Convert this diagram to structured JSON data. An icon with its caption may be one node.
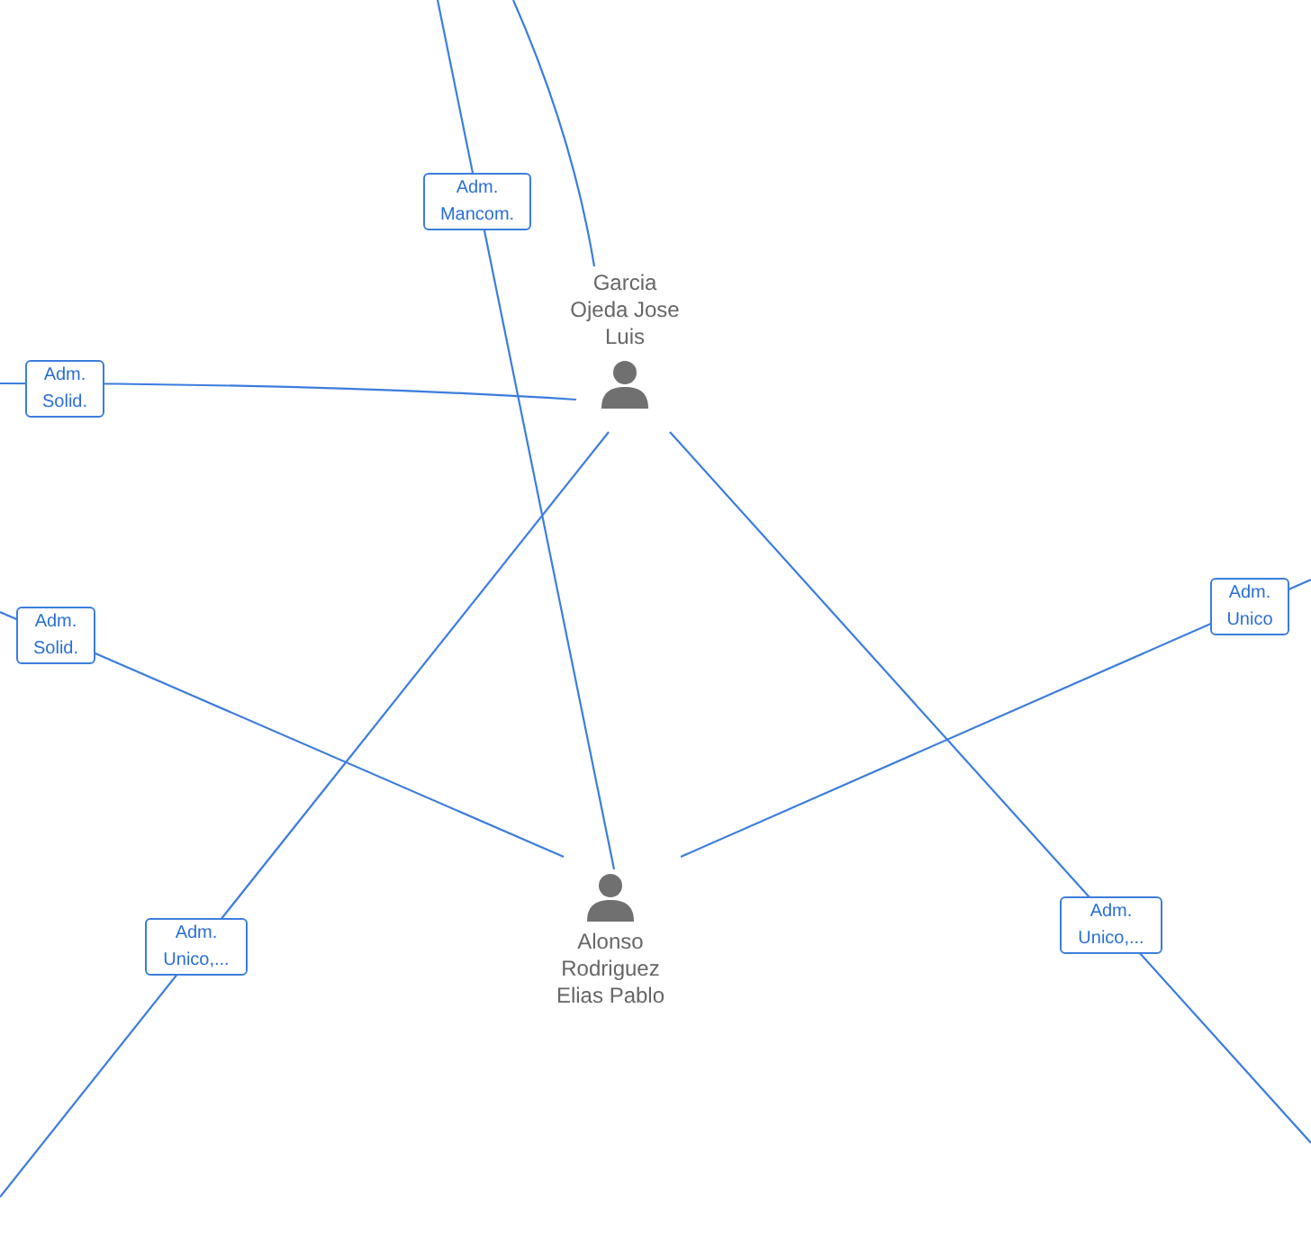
{
  "diagram": {
    "nodes": [
      {
        "text": [
          "Garcia Ojeda Jose Luis"
        ]
      },
      {
        "text": [
          "Alonso Rodriguez Elias Pablo"
        ]
      }
    ],
    "edges": [
      {
        "from": null,
        "to": 1,
        "arrow": "none",
        "label": "Adm. Mancom."
      },
      {
        "from": null,
        "to": 0,
        "arrow": "none"
      },
      {
        "from": null,
        "to": 0,
        "arrow": "none",
        "label": "Adm. Solid."
      },
      {
        "from": null,
        "to": 1,
        "arrow": "none",
        "label": "Adm. Solid."
      },
      {
        "from": null,
        "to": 1,
        "arrow": "none",
        "label": "Adm. Unico"
      },
      {
        "from": null,
        "to": 0,
        "arrow": "none",
        "label": "Adm. Unico,..."
      },
      {
        "from": null,
        "to": 0,
        "arrow": "none",
        "label": "Adm. Unico,..."
      }
    ]
  }
}
